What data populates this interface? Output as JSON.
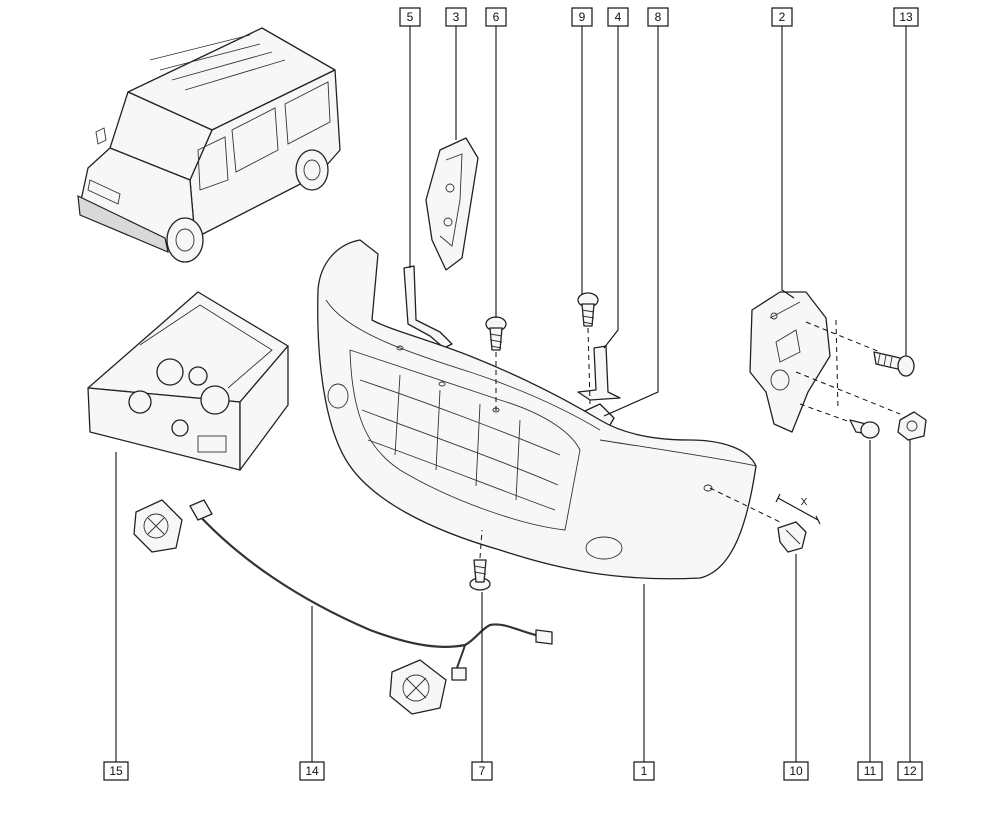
{
  "callouts": [
    {
      "id": "c1",
      "label": "1"
    },
    {
      "id": "c2",
      "label": "2"
    },
    {
      "id": "c3",
      "label": "3"
    },
    {
      "id": "c4",
      "label": "4"
    },
    {
      "id": "c5",
      "label": "5"
    },
    {
      "id": "c6",
      "label": "6"
    },
    {
      "id": "c7",
      "label": "7"
    },
    {
      "id": "c8",
      "label": "8"
    },
    {
      "id": "c9",
      "label": "9"
    },
    {
      "id": "c10",
      "label": "10"
    },
    {
      "id": "c11",
      "label": "11"
    },
    {
      "id": "c12",
      "label": "12"
    },
    {
      "id": "c13",
      "label": "13"
    },
    {
      "id": "c14",
      "label": "14"
    },
    {
      "id": "c15",
      "label": "15"
    }
  ],
  "dimension_label": "X"
}
